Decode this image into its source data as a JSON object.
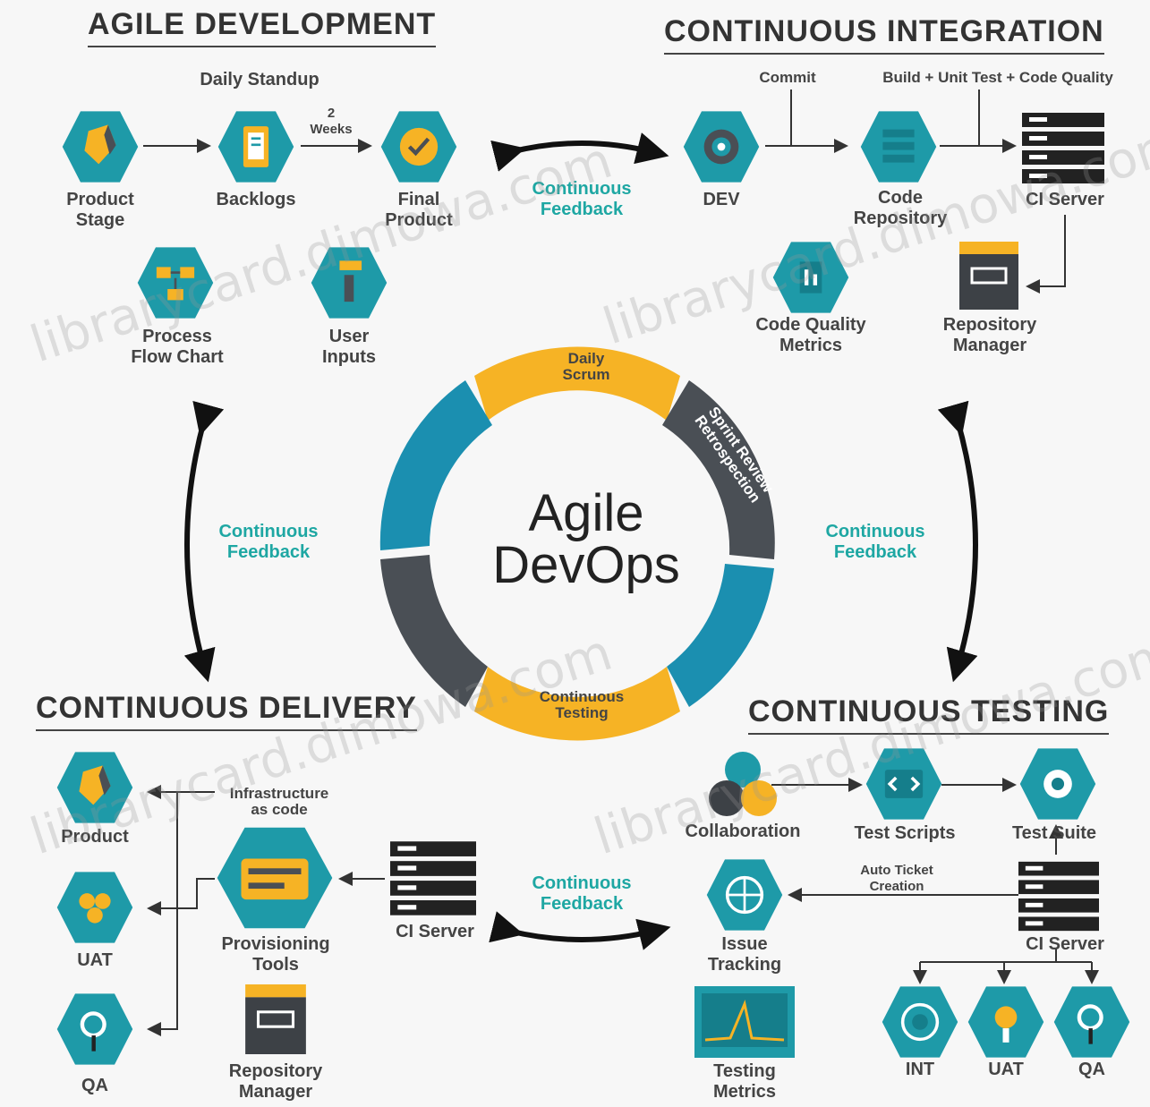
{
  "sections": {
    "agile": "AGILE DEVELOPMENT",
    "ci": "CONTINUOUS INTEGRATION",
    "cd": "CONTINUOUS DELIVERY",
    "ct": "CONTINUOUS TESTING"
  },
  "agile": {
    "daily_standup": "Daily Standup",
    "two_weeks": "2\nWeeks",
    "product_stage": "Product\nStage",
    "backlogs": "Backlogs",
    "final_product": "Final\nProduct",
    "process_flow_chart": "Process\nFlow Chart",
    "user_inputs": "User\nInputs"
  },
  "ci": {
    "commit": "Commit",
    "build": "Build + Unit Test + Code Quality",
    "dev": "DEV",
    "code_repository": "Code\nRepository",
    "ci_server": "CI Server",
    "code_quality_metrics": "Code Quality\nMetrics",
    "repository_manager": "Repository\nManager"
  },
  "cd": {
    "infrastructure": "Infrastructure\nas code",
    "product": "Product",
    "uat": "UAT",
    "qa": "QA",
    "provisioning_tools": "Provisioning\nTools",
    "ci_server": "CI Server",
    "repository_manager": "Repository\nManager"
  },
  "ct": {
    "collaboration": "Collaboration",
    "test_scripts": "Test Scripts",
    "test_suite": "Test Suite",
    "auto_ticket": "Auto Ticket\nCreation",
    "issue_tracking": "Issue\nTracking",
    "ci_server": "CI Server",
    "testing_metrics": "Testing\nMetrics",
    "int": "INT",
    "uat": "UAT",
    "qa": "QA"
  },
  "feedback": "Continuous\nFeedback",
  "center": {
    "line1": "Agile",
    "line2": "DevOps",
    "seg_daily_scrum": "Daily\nScrum",
    "seg_sprint_review": "Sprint Review\nRetrospection",
    "seg_continuous_testing": "Continuous\nTesting"
  },
  "watermark": "librarycard.dimowa.com",
  "colors": {
    "teal": "#1e9aa8",
    "teal_dark": "#157e8b",
    "orange": "#f6b325",
    "dark_gray": "#4a4f55",
    "blue": "#1b8fb0"
  }
}
